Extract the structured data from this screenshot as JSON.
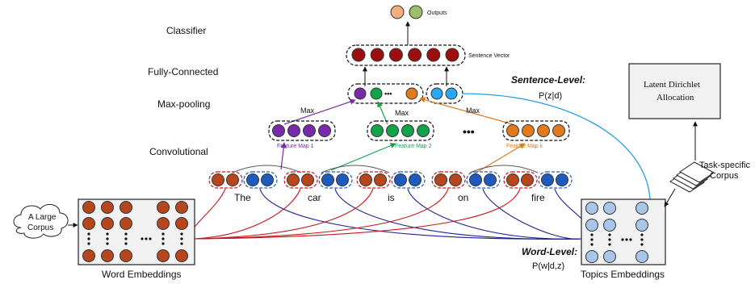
{
  "layers": {
    "classifier": "Classifier",
    "fully_connected": "Fully-Connected",
    "max_pooling": "Max-pooling",
    "convolutional": "Convolutional"
  },
  "outputs_label": "Outputs",
  "sentence_vector_label": "Sentence Vector",
  "max_labels": [
    "Max",
    "Max",
    "Max"
  ],
  "feature_maps": [
    "Feature Map 1",
    "Feature Map 2",
    "Feature Map k"
  ],
  "ellipsis": "•••",
  "words": [
    "The",
    "car",
    "is",
    "on",
    "fire"
  ],
  "sentence_level": {
    "title": "Sentence-Level:",
    "formula": "P(z|d)"
  },
  "word_level": {
    "title": "Word-Level:",
    "formula": "P(w|d,z)"
  },
  "lda": {
    "line1": "Latent Dirichlet",
    "line2": "Allocation"
  },
  "task_corpus": {
    "line1": "Task-specific",
    "line2": "Corpus"
  },
  "large_corpus": {
    "line1": "A Large",
    "line2": "Corpus"
  },
  "word_embeddings_label": "Word Embeddings",
  "topic_embeddings_label": "Topics Embeddings",
  "colors": {
    "word": "#b5461d",
    "topic": "#1f5bbf",
    "sentence": "#9b0f0f",
    "map1": "#7a2aa8",
    "map2": "#12a34a",
    "mapk": "#e07a1f",
    "topic_grid": "#a9c6e8",
    "sentence_topic": "#2aa7f0",
    "output_orange": "#f4ad7c",
    "output_green": "#9cbf6e",
    "red_line": "#c8151b",
    "navy_line": "#1c1f8f",
    "blue_line": "#2aa0e8"
  }
}
